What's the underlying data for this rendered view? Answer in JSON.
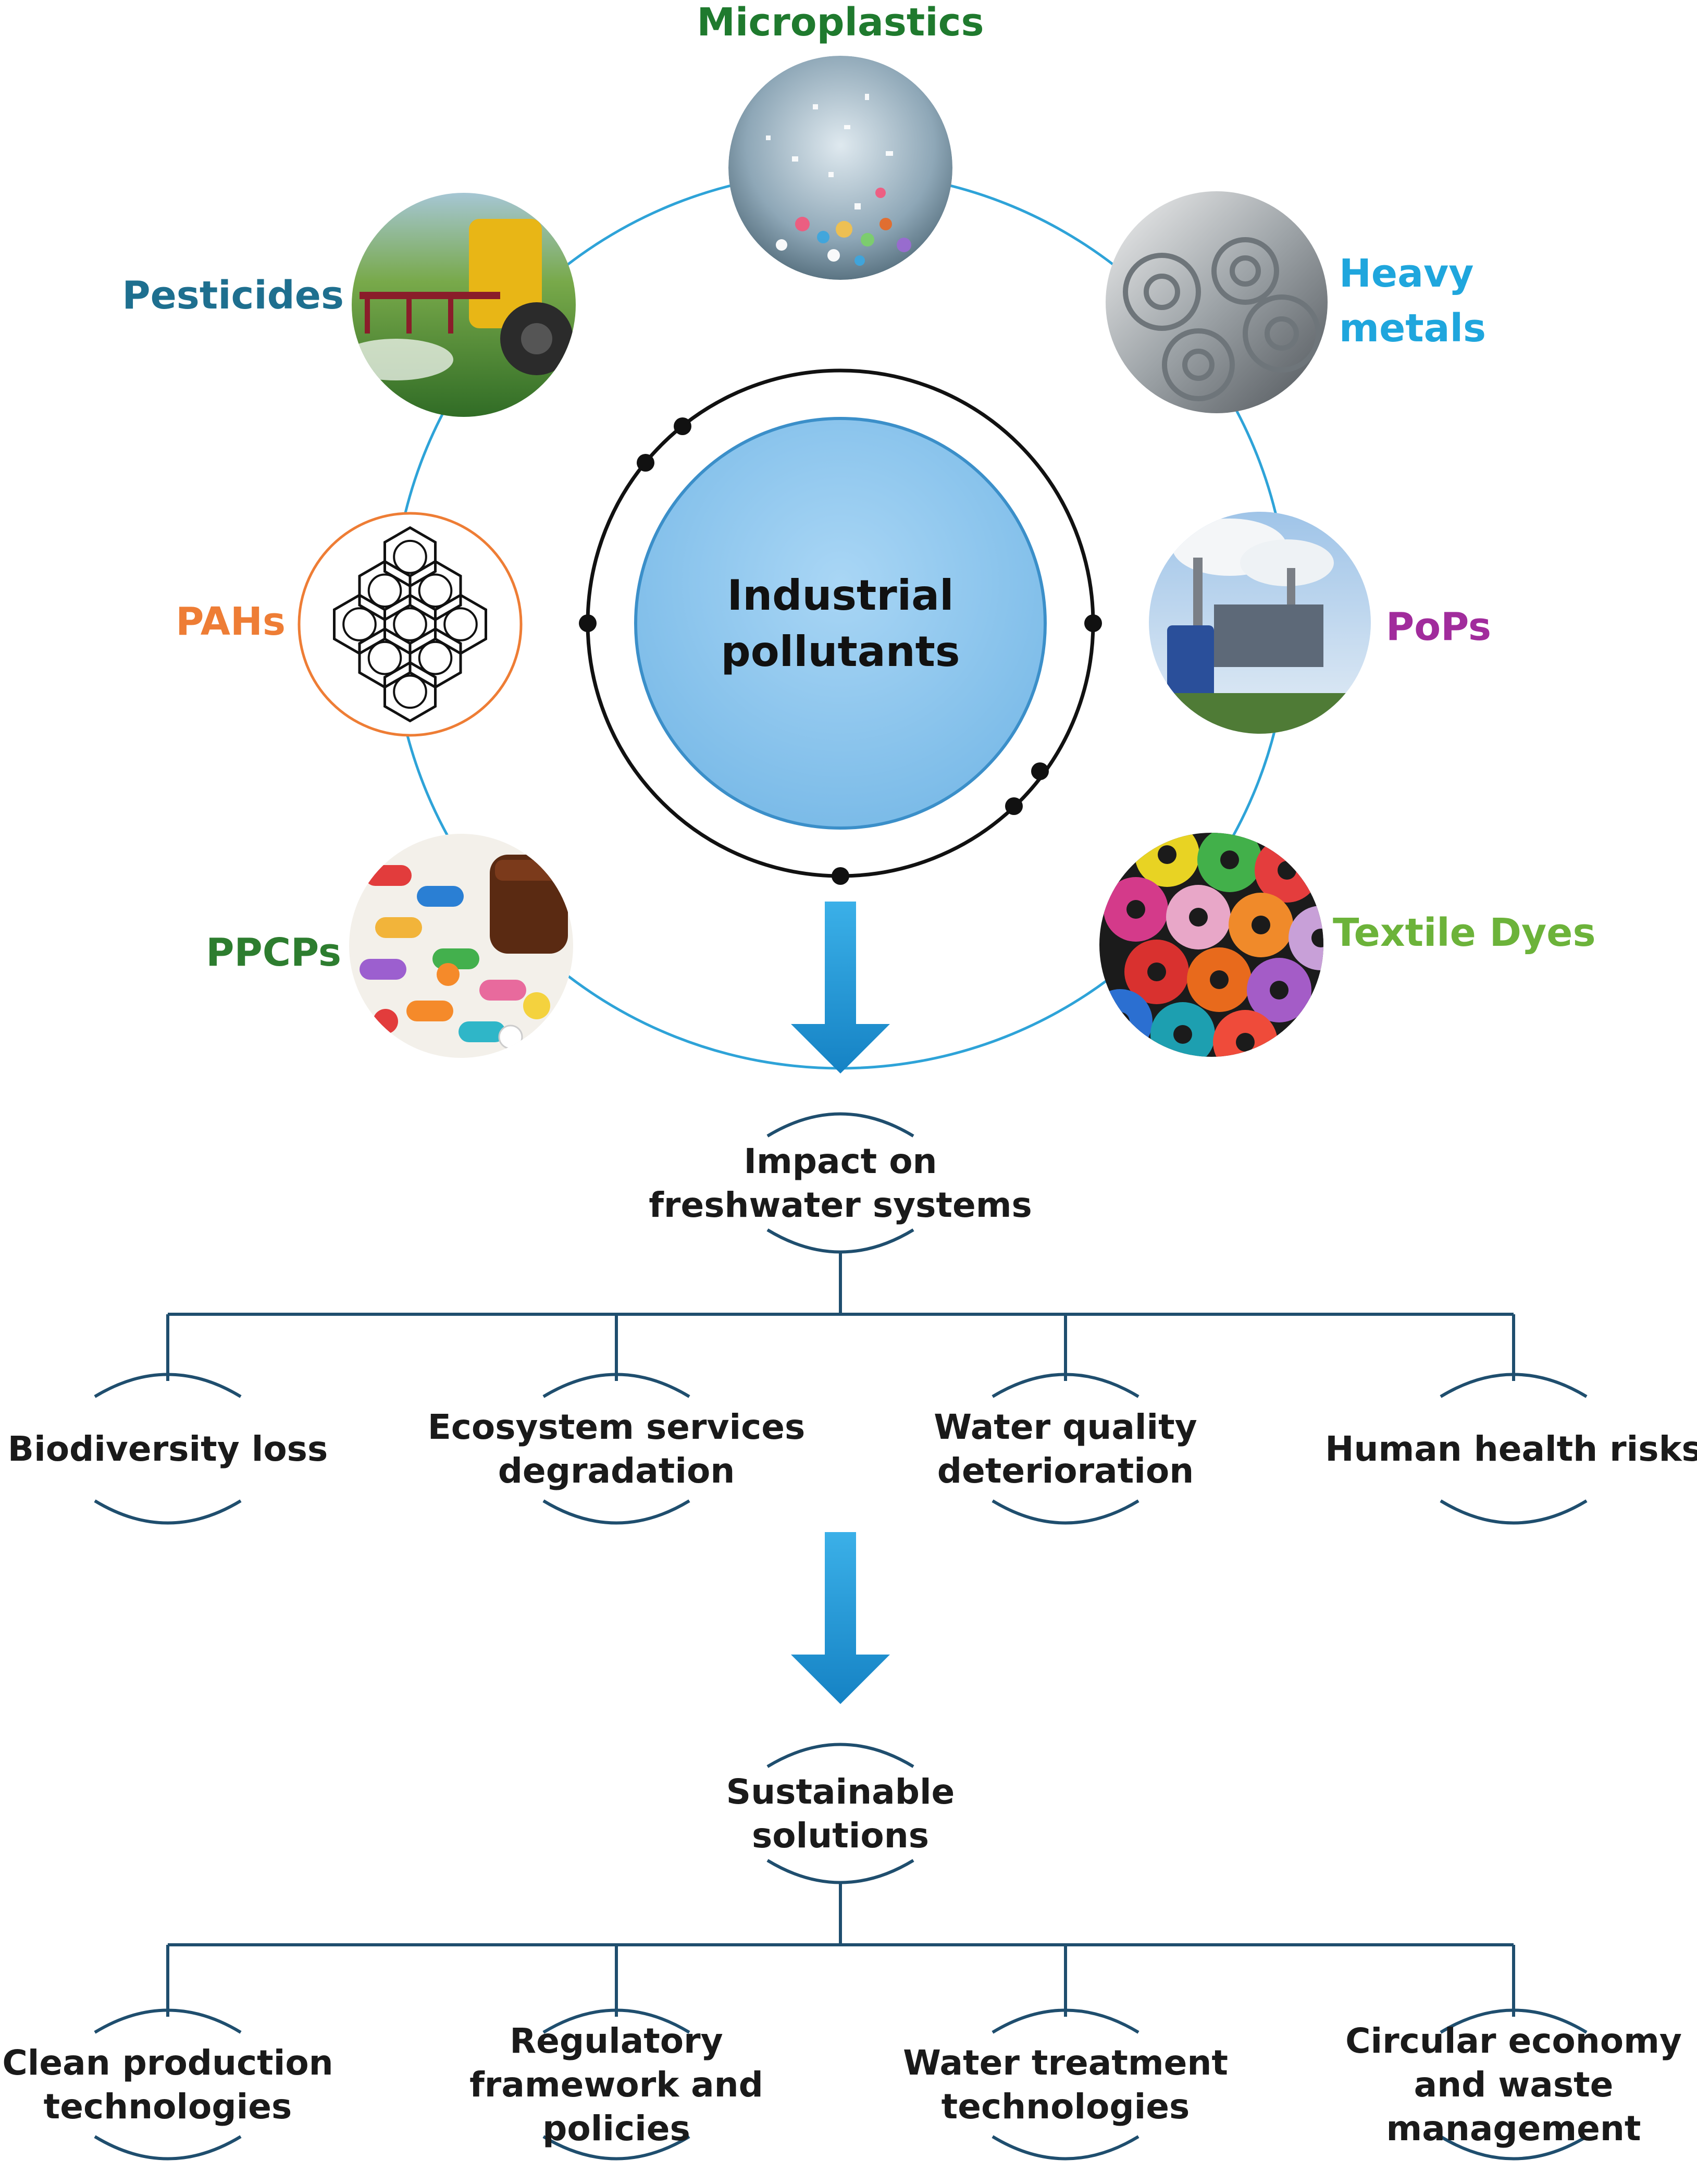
{
  "center": {
    "label_line1": "Industrial",
    "label_line2": "pollutants"
  },
  "pollutants": [
    {
      "id": "microplastics",
      "label_lines": [
        "Microplastics"
      ],
      "color": "#1f7a2e",
      "icon": "microplastic-particles-photo"
    },
    {
      "id": "heavy-metals",
      "label_lines": [
        "Heavy",
        "metals"
      ],
      "color": "#1fa6dd",
      "icon": "steel-coils-photo"
    },
    {
      "id": "pops",
      "label_lines": [
        "PoPs"
      ],
      "color": "#a12c9c",
      "icon": "factory-smokestack-photo"
    },
    {
      "id": "textile-dyes",
      "label_lines": [
        "Textile Dyes"
      ],
      "color": "#6cb33a",
      "icon": "thread-spools-photo"
    },
    {
      "id": "ppcps",
      "label_lines": [
        "PPCPs"
      ],
      "color": "#2d7d2f",
      "icon": "pills-capsules-photo"
    },
    {
      "id": "pahs",
      "label_lines": [
        "PAHs"
      ],
      "color": "#ee7d35",
      "icon": "polycyclic-aromatic-structure"
    },
    {
      "id": "pesticides",
      "label_lines": [
        "Pesticides"
      ],
      "color": "#1e6f8f",
      "icon": "crop-sprayer-photo"
    }
  ],
  "impact": {
    "title_lines": [
      "Impact on",
      "freshwater systems"
    ],
    "items": [
      {
        "lines": [
          "Biodiversity loss"
        ]
      },
      {
        "lines": [
          "Ecosystem services",
          "degradation"
        ]
      },
      {
        "lines": [
          "Water quality",
          "deterioration"
        ]
      },
      {
        "lines": [
          "Human health risks"
        ]
      }
    ]
  },
  "solutions": {
    "title_lines": [
      "Sustainable",
      "solutions"
    ],
    "items": [
      {
        "lines": [
          "Clean production",
          "technologies"
        ]
      },
      {
        "lines": [
          "Regulatory",
          "framework and",
          "policies"
        ]
      },
      {
        "lines": [
          "Water treatment",
          "technologies"
        ]
      },
      {
        "lines": [
          "Circular economy",
          "and waste",
          "management"
        ]
      }
    ]
  },
  "colors": {
    "connector": "#1f4e6e",
    "ring": "#2ea3d8",
    "arrow": "#1e96d4",
    "center_fill": "#8cc6ee",
    "text": "#1a1a1a"
  }
}
